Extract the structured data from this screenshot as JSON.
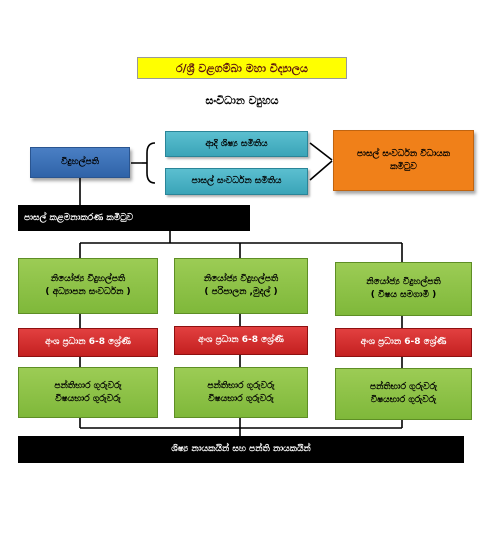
{
  "title": "ර/ශ්‍රී වළගම්බා මහා විද්‍යාලය",
  "subtitle": "සංවිධාන ව්‍යුහය",
  "principal": "විදුහල්පති",
  "committees": {
    "alumni": "ආදි ශිෂ්‍ය සමිතිය",
    "sdc": "පාසල් සංවර්ධන සමිතිය",
    "sdc_exec": "පාසල් සංවර්ධන විධායක කමිටුව"
  },
  "management": "පාසල් කළමනාකරණ කමිටුව",
  "deputies": [
    {
      "line1": "නියෝජ්‍ය විදුහල්පති",
      "line2": "( අධ්‍යාපන සංවර්ධන )"
    },
    {
      "line1": "නියෝජ්‍ය විදුහල්පති",
      "line2": "( පරිපාලන ,මුදල් )"
    },
    {
      "line1": "නියෝජ්‍ය විදුහල්පති",
      "line2": "( විෂය සමගාමී )"
    }
  ],
  "sections": [
    {
      "label": "අංශ ප්‍රධාන 6-8 ශ්‍රේණි"
    },
    {
      "label": "අංශ ප්‍රධාන 6-8 ශ්‍රේණි"
    },
    {
      "label": "අංශ ප්‍රධාන 6-8 ශ්‍රේණි"
    }
  ],
  "teachers": [
    {
      "line1": "පන්තිභාර ගුරුවරු",
      "line2": "විෂයභාර ගුරුවරු"
    },
    {
      "line1": "පන්තිභාර ගුරුවරු",
      "line2": "විෂයභාර ගුරුවරු"
    },
    {
      "line1": "පන්තිභාර ගුරුවරු",
      "line2": "විෂයභාර ගුරුවරු"
    }
  ],
  "leaders": "ශිෂ්‍ය නායකයින් සහ පන්ති නායකයින්"
}
